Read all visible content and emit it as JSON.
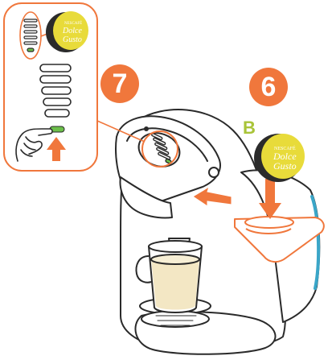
{
  "steps": {
    "step_7": "7",
    "step_6": "6"
  },
  "capsule_label": "B",
  "capsule_brand": {
    "line_1": "NESCAFÉ",
    "line_2": "Dolce",
    "line_3": "Gusto"
  },
  "colors": {
    "accent_orange": "#f0773c",
    "capsule_yellow": "#e8db3a",
    "capsule_dark": "#2b2b2b",
    "led_green": "#6cc04a",
    "label_green": "#a9c438",
    "water_blue": "#3aa6c8",
    "drink_beige": "#f3e7c4",
    "outline": "#2a2a2a"
  },
  "icons": {
    "arrow_up": "arrow-up-icon",
    "arrow_left": "arrow-left-icon",
    "arrow_down": "arrow-down-icon",
    "finger": "finger-icon"
  }
}
